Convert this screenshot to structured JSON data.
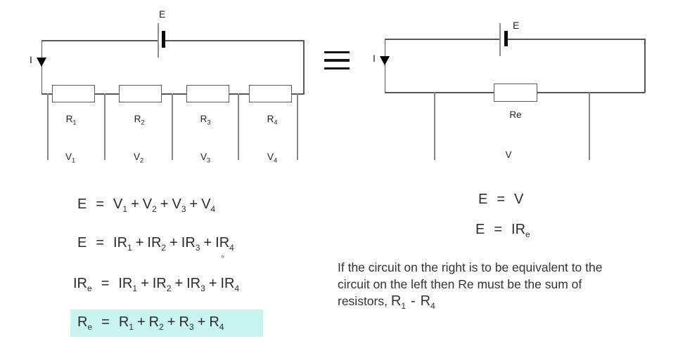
{
  "colors": {
    "highlight": "#c8f4f2",
    "ink": "#2b2b2b",
    "wire": "#565656",
    "lead": "#868686"
  },
  "left_circuit": {
    "battery_label": "E",
    "current_label": "I",
    "resistor_labels": [
      {
        "base": "R",
        "sub": "1"
      },
      {
        "base": "R",
        "sub": "2"
      },
      {
        "base": "R",
        "sub": "3"
      },
      {
        "base": "R",
        "sub": "4"
      }
    ],
    "voltage_labels": [
      {
        "base": "V",
        "sub": "1"
      },
      {
        "base": "V",
        "sub": "2"
      },
      {
        "base": "V",
        "sub": "3"
      },
      {
        "base": "V",
        "sub": "4"
      }
    ]
  },
  "equivalence": {
    "symbol": "≡"
  },
  "right_circuit": {
    "battery_label": "E",
    "current_label": "I",
    "resistor_label": "Re",
    "voltage_label": "V"
  },
  "equations_left": [
    {
      "highlight": false,
      "tokens": [
        {
          "t": "E"
        },
        {
          "t": "="
        },
        {
          "t": "V",
          "s": "1"
        },
        {
          "t": "+"
        },
        {
          "t": "V",
          "s": "2"
        },
        {
          "t": "+"
        },
        {
          "t": "V",
          "s": "3"
        },
        {
          "t": "+"
        },
        {
          "t": "V",
          "s": "4"
        }
      ]
    },
    {
      "highlight": false,
      "tokens": [
        {
          "t": "E"
        },
        {
          "t": "="
        },
        {
          "t": "IR",
          "s": "1"
        },
        {
          "t": "+"
        },
        {
          "t": "IR",
          "s": "2"
        },
        {
          "t": "+"
        },
        {
          "t": "IR",
          "s": "3"
        },
        {
          "t": "+"
        },
        {
          "t": "IR",
          "s": "4"
        }
      ]
    },
    {
      "highlight": false,
      "tokens": [
        {
          "t": "IR",
          "s": "e"
        },
        {
          "t": "="
        },
        {
          "t": "IR",
          "s": "1"
        },
        {
          "t": "+"
        },
        {
          "t": "IR",
          "s": "2"
        },
        {
          "t": "+"
        },
        {
          "t": "IR",
          "s": "3"
        },
        {
          "t": "+"
        },
        {
          "t": "IR",
          "s": "4"
        }
      ]
    },
    {
      "highlight": true,
      "tokens": [
        {
          "t": "R",
          "s": "e"
        },
        {
          "t": "="
        },
        {
          "t": "R",
          "s": "1"
        },
        {
          "t": "+"
        },
        {
          "t": "R",
          "s": "2"
        },
        {
          "t": "+"
        },
        {
          "t": "R",
          "s": "3"
        },
        {
          "t": "+"
        },
        {
          "t": "R",
          "s": "4"
        }
      ]
    }
  ],
  "equations_right": [
    {
      "highlight": false,
      "tokens": [
        {
          "t": "E"
        },
        {
          "t": "="
        },
        {
          "t": "V"
        }
      ]
    },
    {
      "highlight": false,
      "tokens": [
        {
          "t": "E"
        },
        {
          "t": "="
        },
        {
          "t": "IR",
          "s": "e"
        }
      ]
    }
  ],
  "decoration": {
    "degree_mark": "°"
  },
  "note": {
    "line1": "If the circuit on the right is to be equivalent to the",
    "line2": "circuit on the left then Re must be the sum of",
    "line3_prefix": "resistors,",
    "line3_tokens": [
      {
        "t": "R",
        "s": "1"
      },
      {
        "t": "-"
      },
      {
        "t": "R",
        "s": "4"
      }
    ]
  }
}
